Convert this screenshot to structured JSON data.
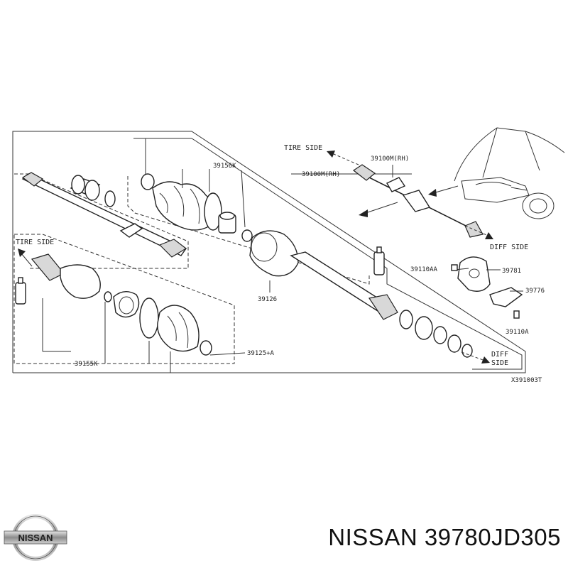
{
  "diagram": {
    "labels": {
      "p39156k": "39156K",
      "p39100m_rh_top": "39100M(RH)",
      "p39100m_rh_main": "39100M(RH)",
      "p39126": "39126",
      "p39155k": "39155K",
      "p39125a": "39125+A",
      "p39110aa": "39110AA",
      "p39781": "39781",
      "p39776": "39776",
      "p39110a": "39110A",
      "tire_side_top": "TIRE SIDE",
      "tire_side_left": "TIRE SIDE",
      "diff_side_right": "DIFF SIDE",
      "diff_side_bottom_1": "DIFF",
      "diff_side_bottom_2": "SIDE",
      "figure_code": "X391003T"
    }
  },
  "footer": {
    "brand_logo_text": "NISSAN",
    "title": "NISSAN 39780JD305"
  }
}
